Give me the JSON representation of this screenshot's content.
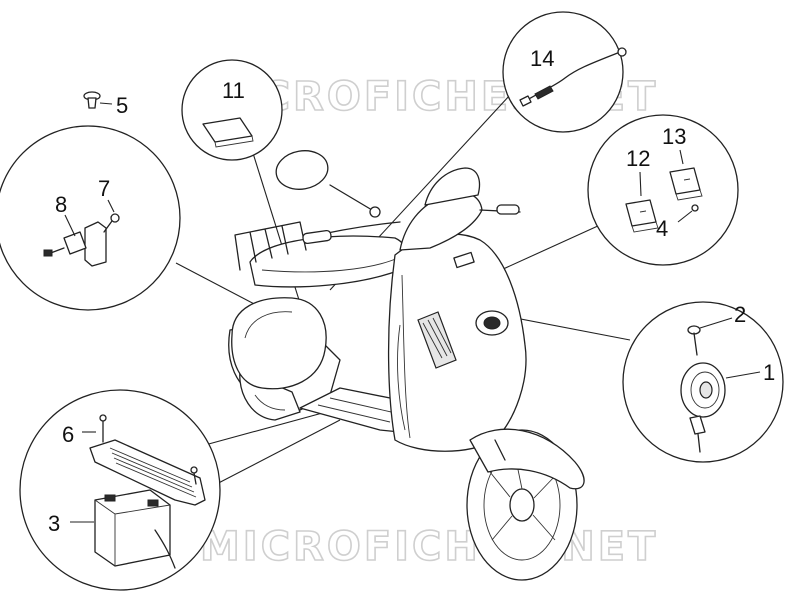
{
  "watermark": {
    "top": "MICROFICHES.NET",
    "bottom": "MICROFICHES.NET"
  },
  "labels": {
    "p1": "1",
    "p2": "2",
    "p3": "3",
    "p4": "4",
    "p5": "5",
    "p6": "6",
    "p7": "7",
    "p8": "8",
    "p11": "11",
    "p12": "12",
    "p13": "13",
    "p14": "14"
  },
  "icons": {
    "scooter": "scooter-body-icon",
    "horn": "horn-icon",
    "battery": "battery-icon",
    "relay": "relay-icon",
    "cable": "cable-icon",
    "fuse": "fuse-icon",
    "bracket": "bracket-icon",
    "screw": "screw-icon"
  },
  "colors": {
    "line": "#222222",
    "background": "#ffffff",
    "watermark": "#cfcfcf"
  }
}
